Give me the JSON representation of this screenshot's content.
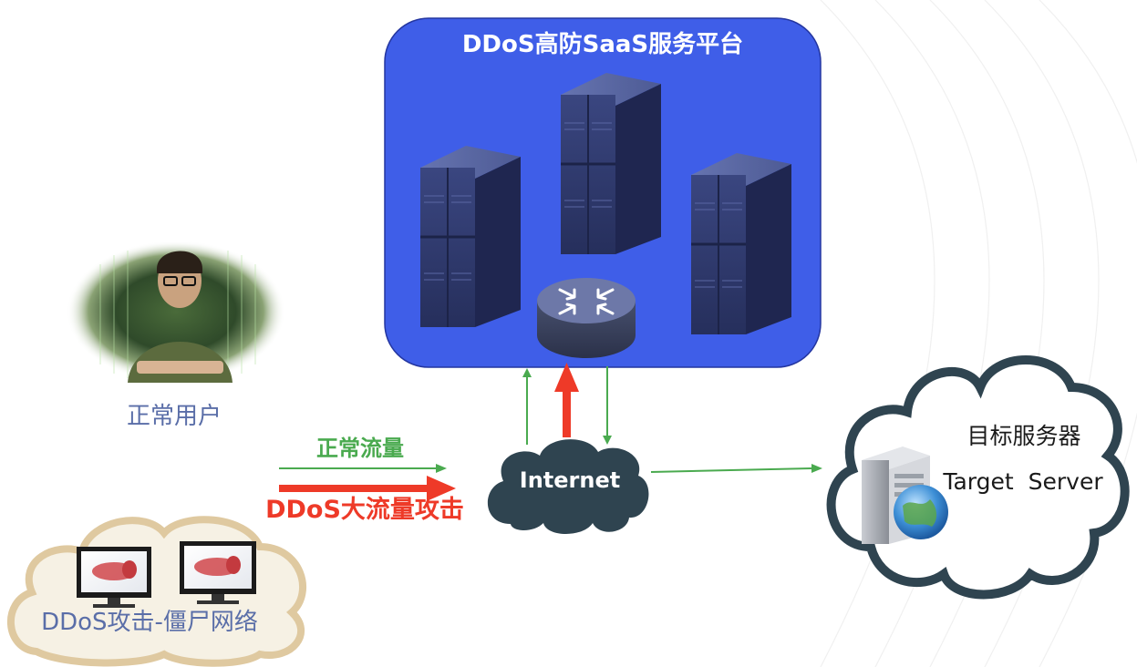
{
  "platform": {
    "title": "DDoS高防SaaS服务平台"
  },
  "user": {
    "label": "正常用户"
  },
  "traffic": {
    "normal_label": "正常流量",
    "attack_label": "DDoS大流量攻击"
  },
  "internet": {
    "label": "Internet"
  },
  "target": {
    "label_cn": "目标服务器",
    "label_en": "Target  Server"
  },
  "botnet": {
    "label": "DDoS攻击-僵尸网络"
  },
  "colors": {
    "platform_bg": "#3f5ee8",
    "normal_flow": "#4aaa4f",
    "attack_flow": "#ee3a28",
    "internet_cloud": "#2f4450",
    "label_blue": "#5a6ea8"
  },
  "icons": {
    "server_racks": "server-rack-icon",
    "router": "router-icon",
    "hacker": "hacker-photo",
    "target_server": "web-server-icon",
    "zombie_pcs": "infected-monitor-icon"
  }
}
